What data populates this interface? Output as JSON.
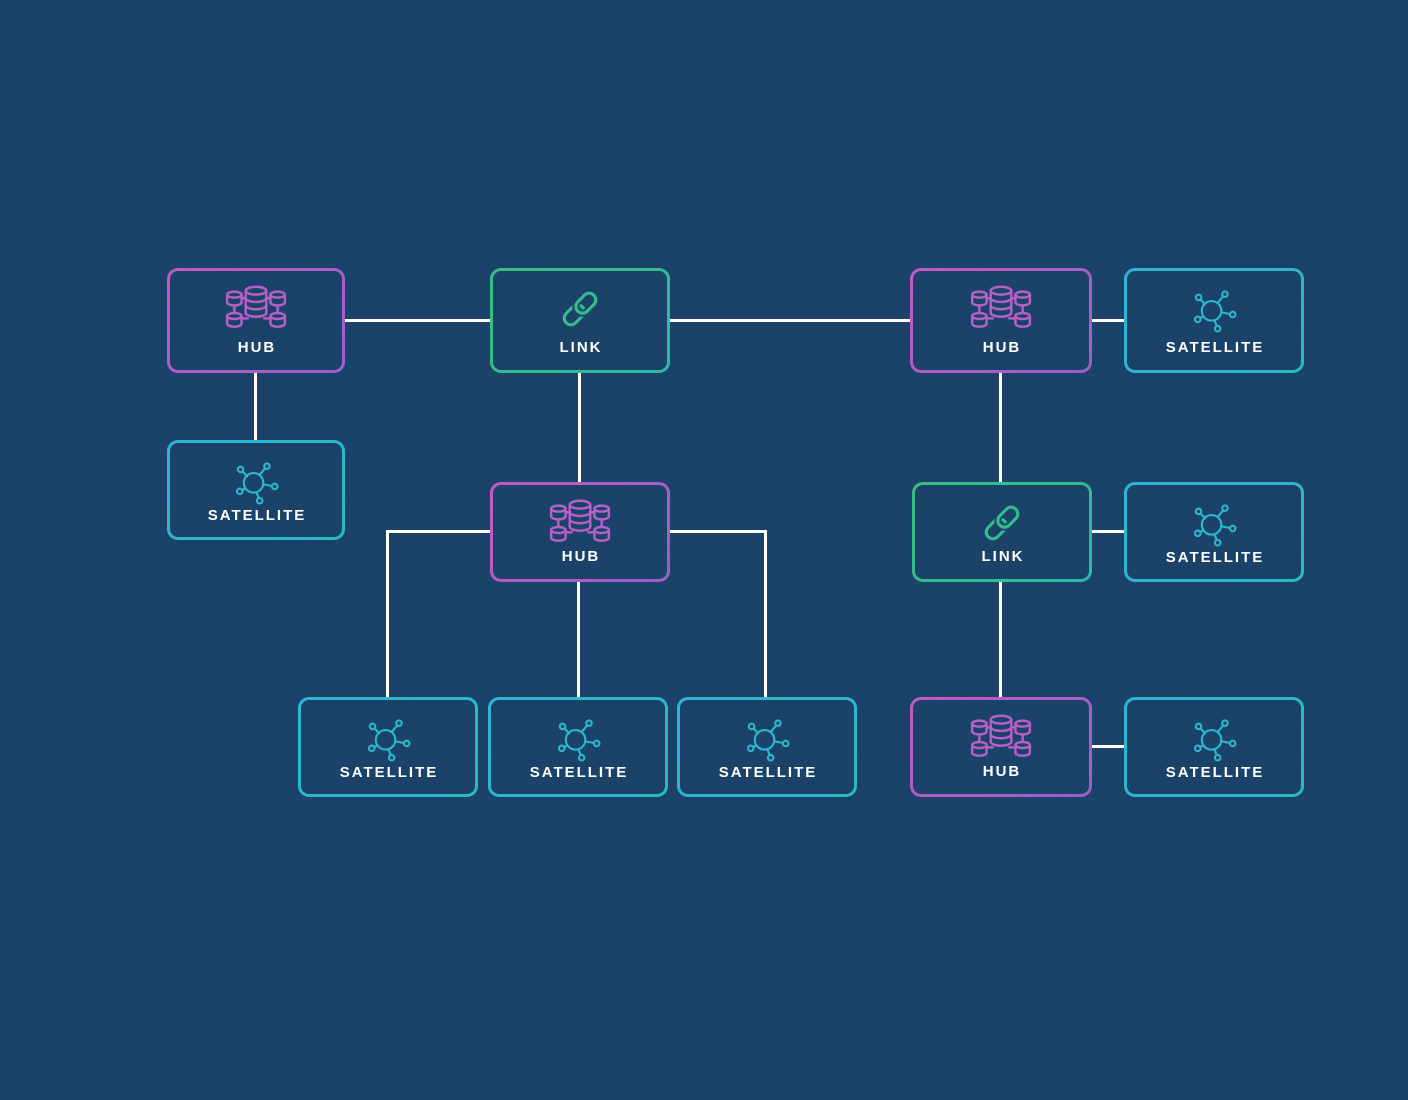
{
  "diagram": {
    "description": "Data Vault model diagram with hub, link and satellite nodes",
    "background_color": "#1b436a",
    "connector_color": "#ffffff",
    "node_types": [
      {
        "type": "hub",
        "label": "HUB",
        "icon": "hub-database-cluster-icon",
        "border_colors": [
          "#c25ac4",
          "#9a60cb"
        ]
      },
      {
        "type": "link",
        "label": "LINK",
        "icon": "chain-link-icon",
        "border_colors": [
          "#3cbc7e",
          "#2fb9a4"
        ]
      },
      {
        "type": "satellite",
        "label": "SATELLITE",
        "icon": "satellite-network-icon",
        "border_colors": [
          "#2fb4d6",
          "#29bac1"
        ]
      }
    ],
    "nodes": [
      {
        "id": "hub-top-left",
        "type": "hub",
        "label": "HUB"
      },
      {
        "id": "link-top",
        "type": "link",
        "label": "LINK"
      },
      {
        "id": "hub-top-right",
        "type": "hub",
        "label": "HUB"
      },
      {
        "id": "satellite-top-right",
        "type": "satellite",
        "label": "SATELLITE"
      },
      {
        "id": "satellite-left",
        "type": "satellite",
        "label": "SATELLITE"
      },
      {
        "id": "hub-center",
        "type": "hub",
        "label": "HUB"
      },
      {
        "id": "link-right",
        "type": "link",
        "label": "LINK"
      },
      {
        "id": "satellite-mid-right",
        "type": "satellite",
        "label": "SATELLITE"
      },
      {
        "id": "satellite-bottom-1",
        "type": "satellite",
        "label": "SATELLITE"
      },
      {
        "id": "satellite-bottom-2",
        "type": "satellite",
        "label": "SATELLITE"
      },
      {
        "id": "satellite-bottom-3",
        "type": "satellite",
        "label": "SATELLITE"
      },
      {
        "id": "hub-bottom-right",
        "type": "hub",
        "label": "HUB"
      },
      {
        "id": "satellite-bottom-right",
        "type": "satellite",
        "label": "SATELLITE"
      }
    ],
    "edges": [
      {
        "from": "hub-top-left",
        "to": "link-top"
      },
      {
        "from": "link-top",
        "to": "hub-top-right"
      },
      {
        "from": "hub-top-right",
        "to": "satellite-top-right"
      },
      {
        "from": "hub-top-left",
        "to": "satellite-left"
      },
      {
        "from": "link-top",
        "to": "hub-center"
      },
      {
        "from": "hub-top-right",
        "to": "link-right"
      },
      {
        "from": "hub-center",
        "to": "satellite-bottom-1"
      },
      {
        "from": "hub-center",
        "to": "satellite-bottom-2"
      },
      {
        "from": "hub-center",
        "to": "satellite-bottom-3"
      },
      {
        "from": "link-right",
        "to": "satellite-mid-right"
      },
      {
        "from": "link-right",
        "to": "hub-bottom-right"
      },
      {
        "from": "hub-bottom-right",
        "to": "satellite-bottom-right"
      }
    ]
  }
}
